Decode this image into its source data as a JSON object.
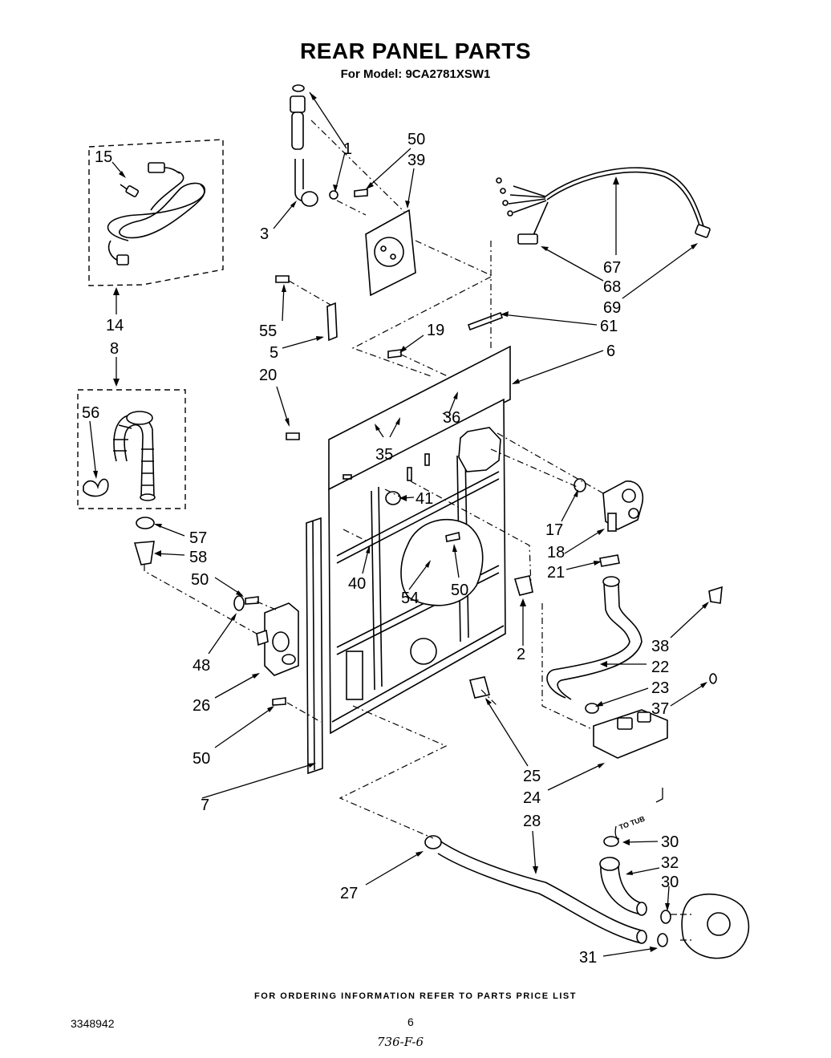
{
  "header": {
    "title": "REAR PANEL PARTS",
    "subtitle": "For Model: 9CA2781XSW1"
  },
  "callouts": {
    "c1": "1",
    "c50a": "50",
    "c39": "39",
    "c3": "3",
    "c15": "15",
    "c14": "14",
    "c8": "8",
    "c56": "56",
    "c67": "67",
    "c68": "68",
    "c69": "69",
    "c55": "55",
    "c5": "5",
    "c19": "19",
    "c61": "61",
    "c6": "6",
    "c20": "20",
    "c36": "36",
    "c35": "35",
    "c41": "41",
    "c17": "17",
    "c18": "18",
    "c21": "21",
    "c57": "57",
    "c58": "58",
    "c50b": "50",
    "c40": "40",
    "c54": "54",
    "c50c": "50",
    "c48": "48",
    "c2": "2",
    "c38": "38",
    "c22": "22",
    "c23": "23",
    "c37": "37",
    "c26": "26",
    "c50d": "50",
    "c25": "25",
    "c24": "24",
    "c7": "7",
    "c28": "28",
    "c30a": "30",
    "c32": "32",
    "c30b": "30",
    "c27": "27",
    "c31": "31"
  },
  "annotations": {
    "to_tub": "TO TUB"
  },
  "footer": {
    "note": "FOR ORDERING INFORMATION REFER TO PARTS PRICE LIST",
    "doc_number": "3348942",
    "page_number": "6",
    "handwritten": "736-F-6"
  }
}
